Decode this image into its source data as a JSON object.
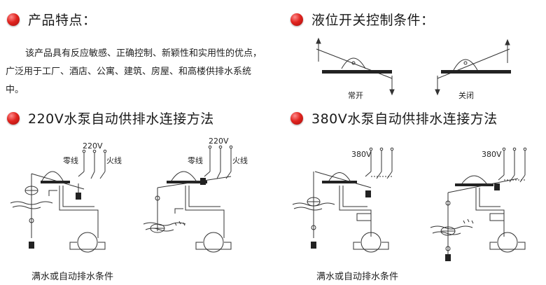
{
  "headings": {
    "features": "产品特点：",
    "conditions": "液位开关控制条件：",
    "v220": "220V水泵自动供排水连接方法",
    "v380": "380V水泵自动供排水连接方法"
  },
  "features_text": "该产品具有反应敏感、正确控制、新颖性和实用性的优点，广泛用于工厂、酒店、公寓、建筑、房屋、和高楼供排水系统中。",
  "switch_labels": {
    "open": "常开",
    "closed": "关闭"
  },
  "wiring_220": {
    "voltage_a": "220V",
    "voltage_b": "220V",
    "neutral": "零线",
    "live": "火线",
    "neutral_b": "零线",
    "live_b": "火线"
  },
  "wiring_380": {
    "voltage_a": "380V",
    "voltage_b": "380V"
  },
  "captions": {
    "left": "满水或自动排水条件",
    "right": "满水或自动排水条件"
  },
  "colors": {
    "bullet": "#e0241f",
    "line": "#333333"
  }
}
